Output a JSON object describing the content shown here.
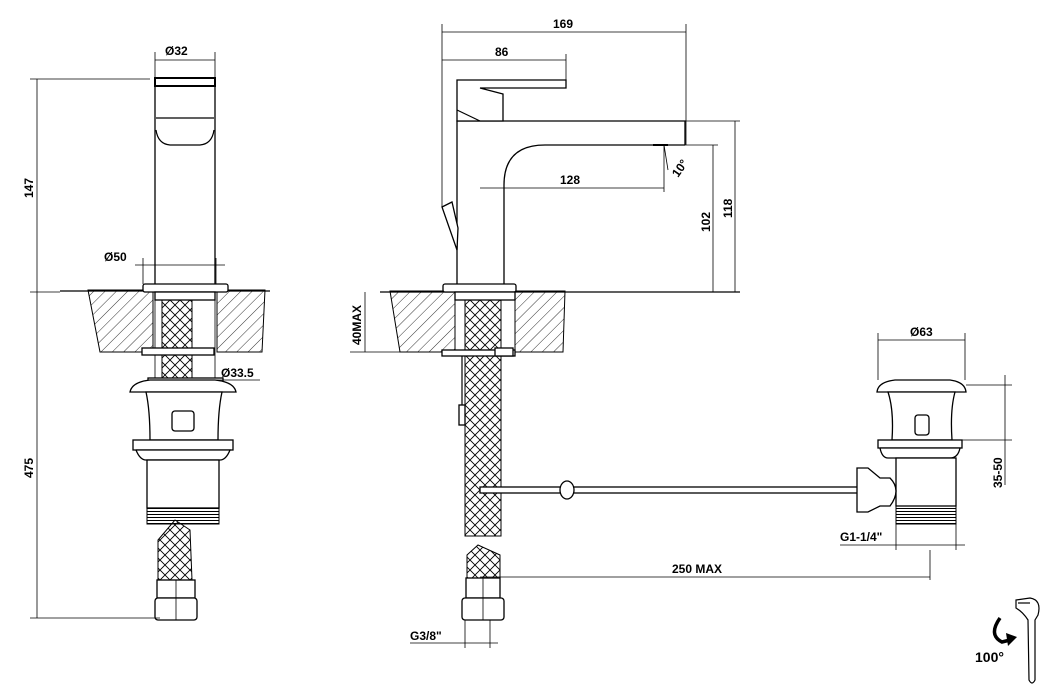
{
  "drawing": {
    "front_view": {
      "spout_diameter": "Ø32",
      "height": "147",
      "base_diameter": "Ø50",
      "shank_diameter": "Ø33.5",
      "total_height": "475"
    },
    "side_view": {
      "overall_length": "169",
      "lever_length": "86",
      "spout_reach": "128",
      "spout_angle": "10°",
      "outlet_height": "102",
      "spout_height": "118",
      "counter_thickness": "40MAX",
      "supply_connection": "G3/8\"",
      "waste_distance": "250 MAX"
    },
    "waste": {
      "cap_diameter": "Ø63",
      "height_range": "35-50",
      "thread": "G1-1/4\""
    },
    "lever_rotation": {
      "angle": "100°"
    }
  }
}
